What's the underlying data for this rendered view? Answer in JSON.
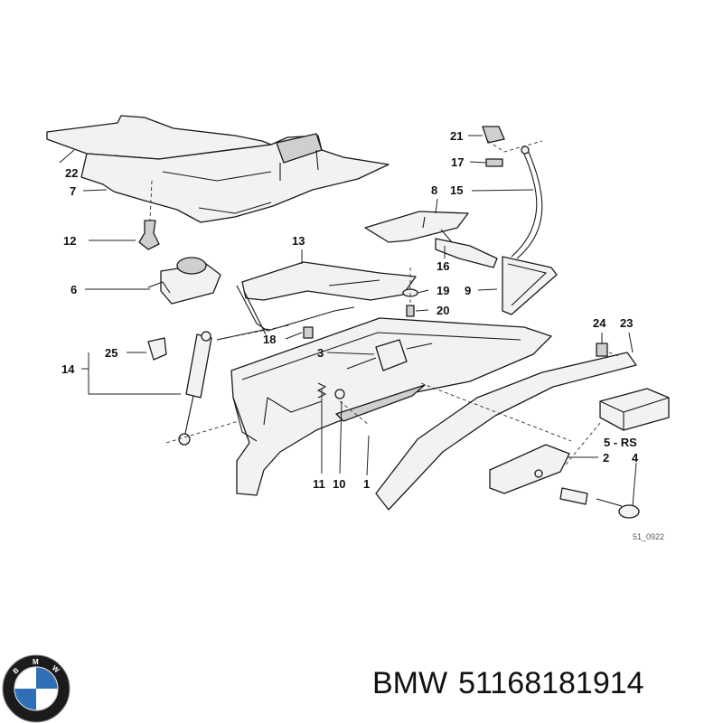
{
  "callouts": {
    "c22": "22",
    "c7": "7",
    "c12": "12",
    "c6": "6",
    "c13": "13",
    "c21": "21",
    "c17": "17",
    "c8": "8",
    "c15": "15",
    "c16": "16",
    "c19": "19",
    "c9": "9",
    "c20": "20",
    "c18": "18",
    "c25": "25",
    "c14": "14",
    "c3": "3",
    "c24": "24",
    "c23": "23",
    "c5rs": "5 - RS",
    "c2": "2",
    "c4": "4",
    "c11": "11",
    "c10": "10",
    "c1": "1"
  },
  "diagram_ref": "51_0922",
  "caption": {
    "brand": "BMW",
    "part_number": "51168181914"
  },
  "logo": {
    "icon": "bmw-roundel-icon",
    "letters": [
      "B",
      "M",
      "W"
    ],
    "colors": {
      "ring": "#1b1b1b",
      "blue": "#2f6fb6",
      "white": "#ffffff"
    }
  }
}
